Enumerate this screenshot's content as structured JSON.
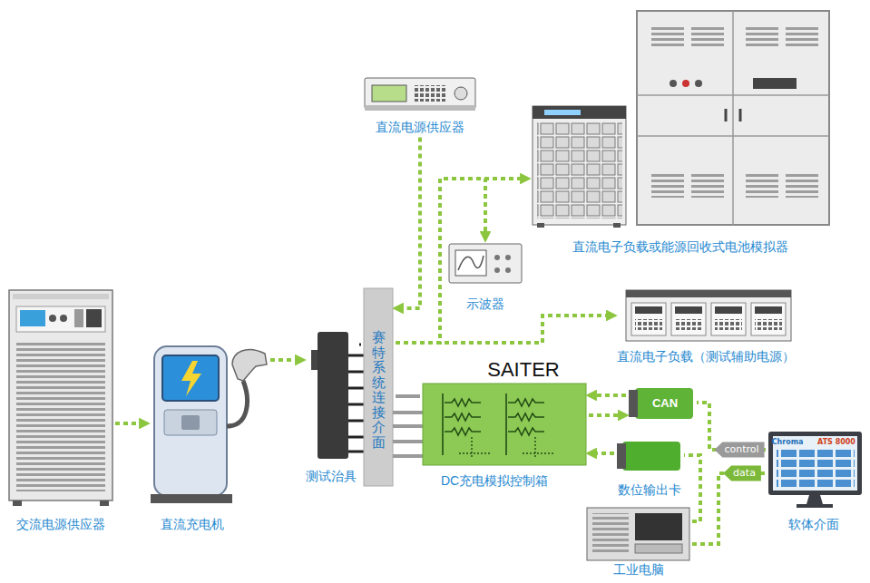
{
  "diagram": {
    "nodes": [
      {
        "text": [
          "直流电源供应器"
        ]
      },
      {
        "text": [
          "直流电子负载或能源回收式电池模拟器"
        ]
      },
      {
        "text": [
          "示波器"
        ]
      },
      {
        "text": [
          "赛特系统连接介面"
        ]
      },
      {
        "text": [
          "直流电子负载（测试辅助电源）"
        ]
      },
      {
        "text": [
          "SAITER",
          "DC充电模拟控制箱"
        ]
      },
      {
        "text": [
          "CAN"
        ]
      },
      {
        "text": [
          "交流电源供应器"
        ]
      },
      {
        "text": [
          "直流充电机"
        ]
      },
      {
        "text": [
          "测试治具"
        ]
      },
      {
        "text": [
          "数位输出卡"
        ]
      },
      {
        "text": [
          "软体介面"
        ]
      },
      {
        "text": [
          "工业电脑"
        ]
      }
    ],
    "edges": [
      {
        "from": 7,
        "to": 8,
        "arrow": "to"
      },
      {
        "from": 8,
        "to": 9,
        "arrow": "to"
      },
      {
        "from": 9,
        "to": 3,
        "arrow": "none"
      },
      {
        "from": 0,
        "to": 3,
        "arrow": "to"
      },
      {
        "from": 3,
        "to": 1,
        "arrow": "to"
      },
      {
        "from": 3,
        "to": 2,
        "arrow": "to"
      },
      {
        "from": 3,
        "to": 4,
        "arrow": "to"
      },
      {
        "from": 3,
        "to": 5,
        "arrow": "none"
      },
      {
        "from": 6,
        "to": 5,
        "arrow": "to"
      },
      {
        "from": 5,
        "to": 6,
        "arrow": "to"
      },
      {
        "from": 10,
        "to": 5,
        "arrow": "to"
      },
      {
        "from": 11,
        "to": 6,
        "label": "control",
        "arrow": "none"
      },
      {
        "from": 12,
        "to": 11,
        "label": "data",
        "arrow": "none"
      },
      {
        "from": 12,
        "to": 10,
        "arrow": "none"
      }
    ],
    "labels": [
      "Chroma",
      "ATS 8000"
    ]
  }
}
